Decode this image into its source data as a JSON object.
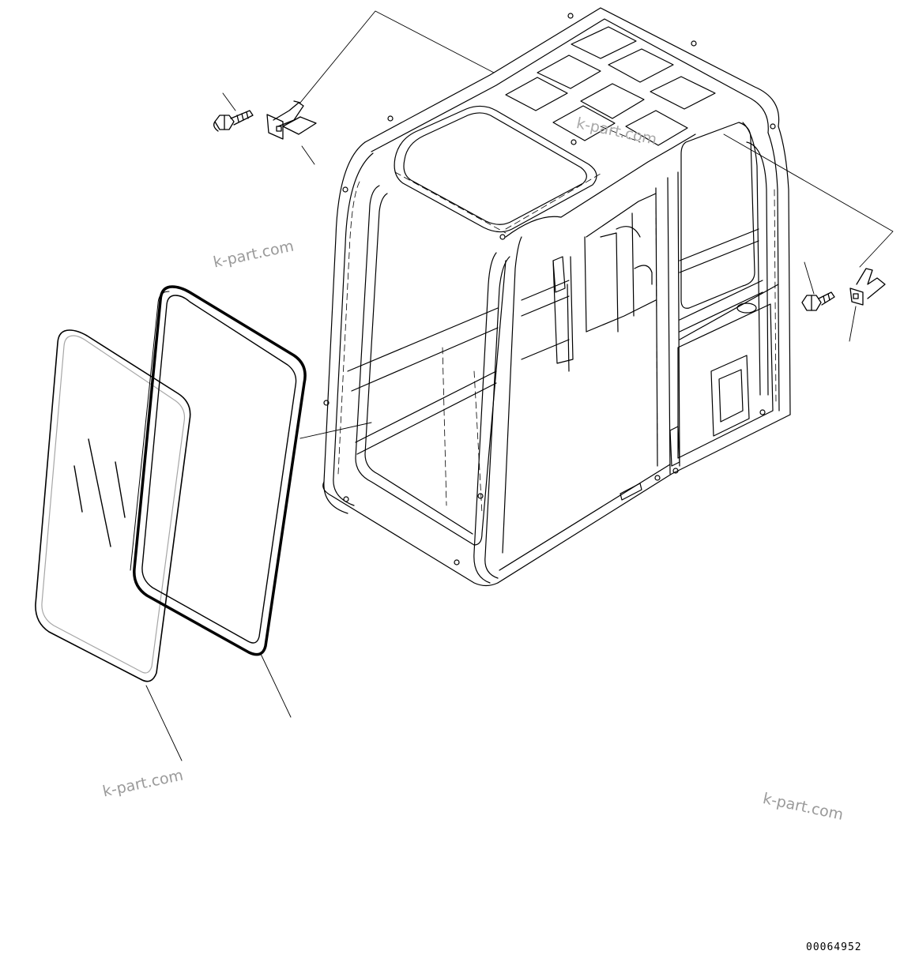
{
  "watermarks": [
    "k-part.com",
    "k-part.com",
    "k-part.com",
    "k-part.com"
  ],
  "drawing_number": "00064952"
}
